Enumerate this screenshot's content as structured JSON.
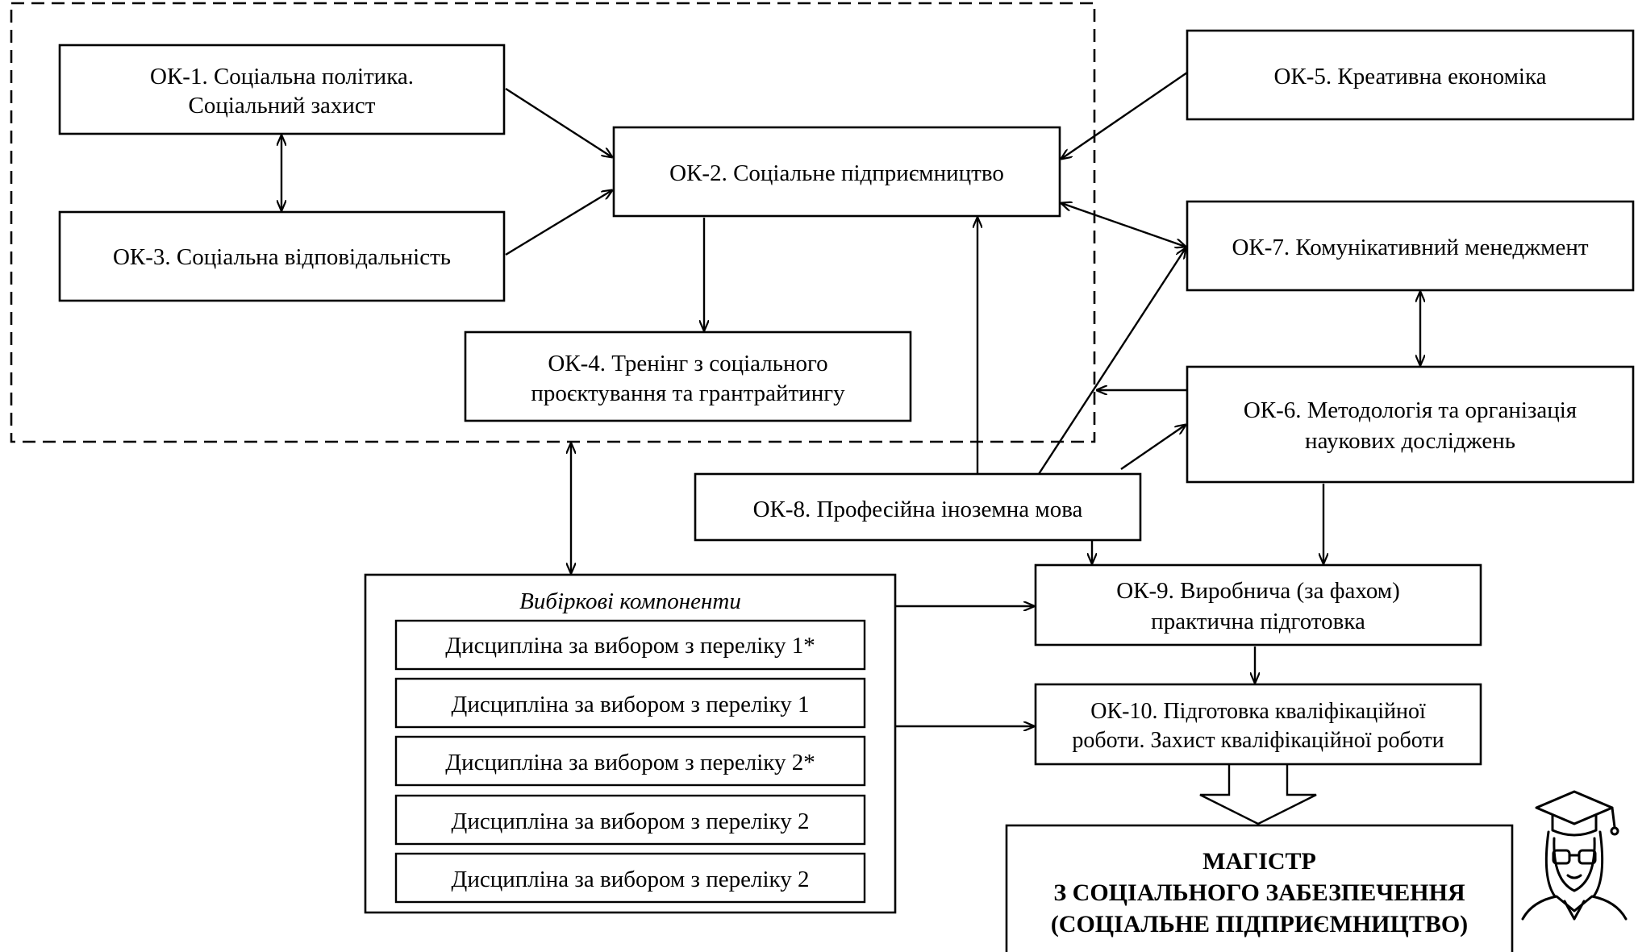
{
  "nodes": {
    "ok1": {
      "line1": "ОК-1. Соціальна політика.",
      "line2": "Соціальний захист"
    },
    "ok2": {
      "label": "ОК-2. Соціальне підприємництво"
    },
    "ok3": {
      "label": "ОК-3. Соціальна відповідальність"
    },
    "ok4": {
      "line1": "ОК-4. Тренінг з соціального",
      "line2": "проєктування та грантрайтингу"
    },
    "ok5": {
      "label": "ОК-5. Креативна економіка"
    },
    "ok6": {
      "line1": "ОК-6. Методологія та організація",
      "line2": "наукових досліджень"
    },
    "ok7": {
      "label": "ОК-7. Комунікативний менеджмент"
    },
    "ok8": {
      "label": "ОК-8. Професійна іноземна мова"
    },
    "ok9": {
      "line1": "ОК-9. Виробнича (за фахом)",
      "line2": "практична підготовка"
    },
    "ok10": {
      "line1": "ОК-10. Підготовка кваліфікаційної",
      "line2": "роботи. Захист кваліфікаційної роботи"
    }
  },
  "electives": {
    "title": "Вибіркові компоненти",
    "items": [
      "Дисципліна за вибором з переліку 1*",
      "Дисципліна за вибором з переліку 1",
      "Дисципліна за вибором з переліку 2*",
      "Дисципліна за вибором з переліку 2",
      "Дисципліна за вибором з переліку 2"
    ]
  },
  "result": {
    "line1": "МАГІСТР",
    "line2": "З СОЦІАЛЬНОГО ЗАБЕЗПЕЧЕННЯ",
    "line3": "(СОЦІАЛЬНЕ ПІДПРИЄМНИЦТВО)"
  },
  "icons": {
    "graduate": "graduate-icon"
  }
}
